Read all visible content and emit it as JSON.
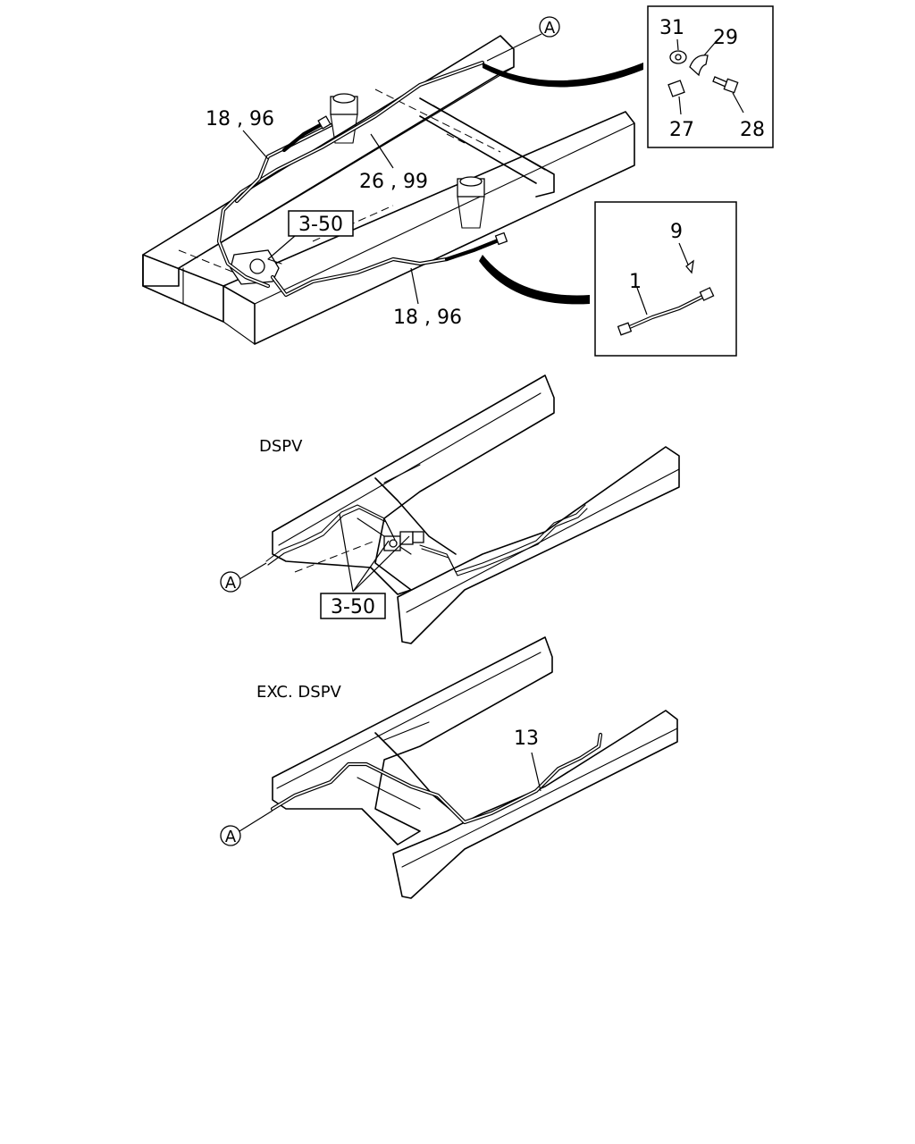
{
  "callouts": {
    "top_hose_left": "18 , 96",
    "top_pipe": "26 , 99",
    "top_ref_box": "3-50",
    "top_hose_bottom": "18 , 96",
    "ref_a": "A"
  },
  "inset_fasteners": {
    "nut": "31",
    "clip": "29",
    "collar": "27",
    "bolt": "28"
  },
  "inset_hose": {
    "clip": "9",
    "hose": "1"
  },
  "dspv": {
    "heading": "DSPV",
    "ref_box": "3-50",
    "ref_a": "A"
  },
  "exc_dspv": {
    "heading": "EXC. DSPV",
    "pipe": "13",
    "ref_a": "A"
  }
}
